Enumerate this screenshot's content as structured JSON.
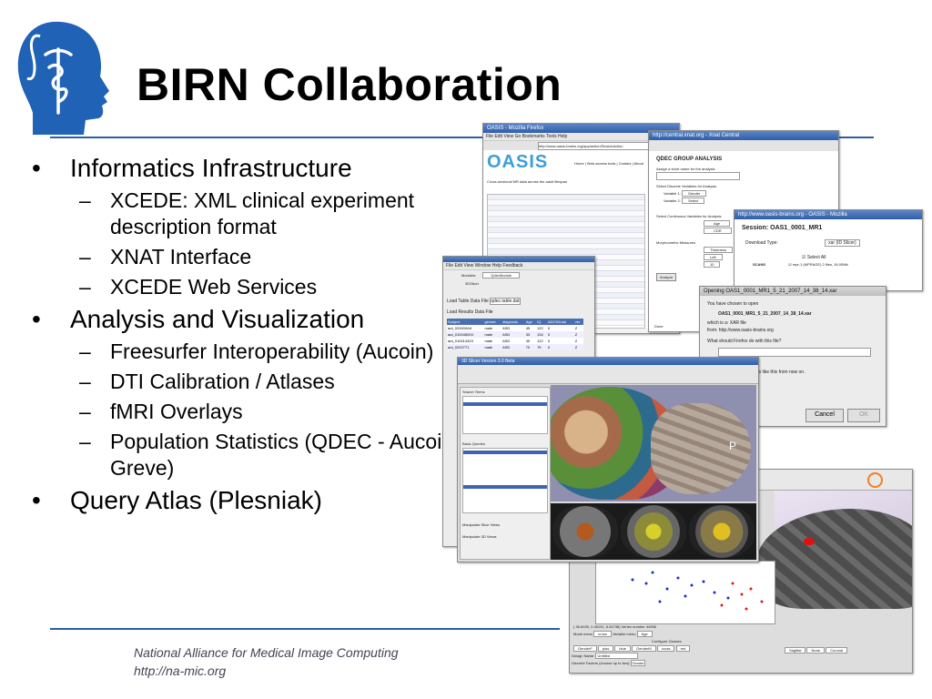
{
  "slide": {
    "title": "BIRN Collaboration",
    "bullets": [
      {
        "text": "Informatics Infrastructure",
        "sub": [
          "XCEDE: XML clinical experiment description format",
          "XNAT Interface",
          "XCEDE Web Services"
        ]
      },
      {
        "text": "Analysis and Visualization",
        "sub": [
          "Freesurfer Interoperability (Aucoin)",
          "DTI Calibration / Atlases",
          "fMRI Overlays",
          "Population Statistics (QDEC - Aucoin, Greve)"
        ]
      },
      {
        "text": "Query Atlas (Plesniak)",
        "sub": []
      }
    ],
    "footer": {
      "line1": "National Alliance for Medical Image Computing",
      "line2": "http://na-mic.org"
    }
  },
  "screens": {
    "oasis": {
      "window_title": "OASIS - Mozilla Firefox",
      "menu": "File  Edit  View  Go  Bookmarks  Tools  Help",
      "url": "http://www.oasis-brains.org/app/action/SearchAction",
      "logo_text": "OASIS",
      "nav": "Home  |  Web-access tools  |  Contact  |  About",
      "caption": "Cross-sectional MR data across the adult lifespan"
    },
    "qdec_web": {
      "window_title": "http://central.xnat.org - Xnat Central",
      "heading": "QDEC GROUP ANALYSIS",
      "row1": "Assign a short name for the analysis",
      "row2": "Select Discrete Variables for Analysis",
      "var1_label": "Variable 1:",
      "var1_value": "Gender",
      "var2_label": "Variable 2:",
      "var2_value": "Select",
      "row3": "Select Continuous Variables for Analysis",
      "var3_value": "Age",
      "var4_value": "CDR",
      "row4": "Morphometric Measures",
      "measure_value": "Thickness",
      "hemi_value": "Left",
      "smooth_value": "10",
      "button": "Analyze",
      "status": "Done"
    },
    "session": {
      "window_title": "http://www.oasis-brains.org - OASIS - Mozilla",
      "heading": "Session: OAS1_0001_MR1",
      "download_label": "Download Type:",
      "download_value": "xar (ID Slicer)",
      "select_all": "Select All",
      "scans_label": "SCANS",
      "scan_item": "mpr-1 (MPRAGE) 2 files, 16.00Mb"
    },
    "dialog": {
      "window_title": "Opening OAS1_0001_MR1_5_21_2007_14_38_14.xar",
      "line1": "You have chosen to open",
      "file": "OAS1_0001_MR1_5_21_2007_14_38_14.xar",
      "which": "which is a: XAR file",
      "from": "from: http://www.oasis-brains.org",
      "question": "What should Firefox do with this file?",
      "auto": "ly for files like this from now on.",
      "cancel": "Cancel",
      "ok": "OK"
    },
    "qdec_app": {
      "menu": "File  Edit  View  Window  Help  Feedback",
      "module_label": "Modules:",
      "module_value": "QdecModule",
      "brand": "3DSlicer",
      "load_label": "Load Table Data File",
      "file": "qdec.table.dat",
      "results_label": "Load Results Data File",
      "columns": [
        "Subject",
        "gender",
        "diagnosis",
        "Age",
        "IQ",
        "ADOS/total",
        "ver"
      ],
      "rows": [
        [
          "aut_020000Alt",
          "male",
          "ASD",
          "45",
          "122",
          "0",
          "Z"
        ],
        [
          "aut_010045004",
          "male",
          "ASD",
          "33",
          "134",
          "0",
          "Z"
        ],
        [
          "aut_010014323",
          "male",
          "ASD",
          "40",
          "122",
          "0",
          "Z"
        ],
        [
          "aut_0202771",
          "male",
          "ASD",
          "70",
          "79",
          "0",
          "Z"
        ]
      ]
    },
    "slicer": {
      "window_title": "3D Slicer Version 3.0 Beta",
      "label_p": "P",
      "panel1": "Search Terms",
      "panel2": "Basic Queries",
      "panel3": "Manipulate Slice Views",
      "panel4": "Manipulate 3D Views"
    },
    "surface": {
      "status": "( 36.6039, 2.26191, 6.04738) Vertex number 44956",
      "mode_label": "Mode menu",
      "mode_value": "cross",
      "var_label": "Variable menu",
      "var_value": "Age",
      "config": "Configure Classes",
      "design_name_label": "Design Name:",
      "design_name_value": "Untitled",
      "discrete_label": "Discrete Factors (choose up to two):",
      "discrete_value": "Gender",
      "classes": [
        "GenderF",
        "plus",
        "blue",
        "GenderM",
        "cross",
        "red"
      ],
      "views": [
        "Sagittal",
        "None",
        "Coronal"
      ]
    }
  }
}
